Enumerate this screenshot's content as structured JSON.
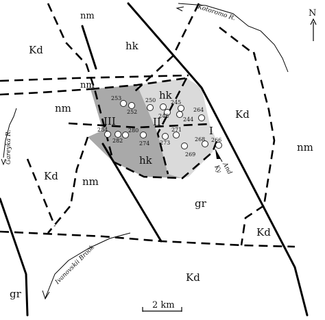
{
  "units": {
    "kd": "Kd",
    "hk": "hk",
    "nm": "nm",
    "gr": "gr"
  },
  "zones": {
    "zone1": "I",
    "zone2": "II",
    "zone3": "III"
  },
  "rivers": {
    "kotoromo": "Kotoromo R.",
    "gareyka": "Gareyka R.",
    "ivanovskii": "Ivanovskii Brook"
  },
  "minerals": {
    "and": "And",
    "ky": "Ky"
  },
  "samples": [
    "253",
    "252",
    "250",
    "245",
    "264",
    "248",
    "244",
    "284",
    "282",
    "280",
    "274",
    "271",
    "273",
    "268",
    "266",
    "269"
  ],
  "north": "N",
  "scale": "2 km",
  "colors": {
    "zone_dark": "#a9a9a9",
    "zone_light": "#dadada",
    "line": "#000000"
  }
}
